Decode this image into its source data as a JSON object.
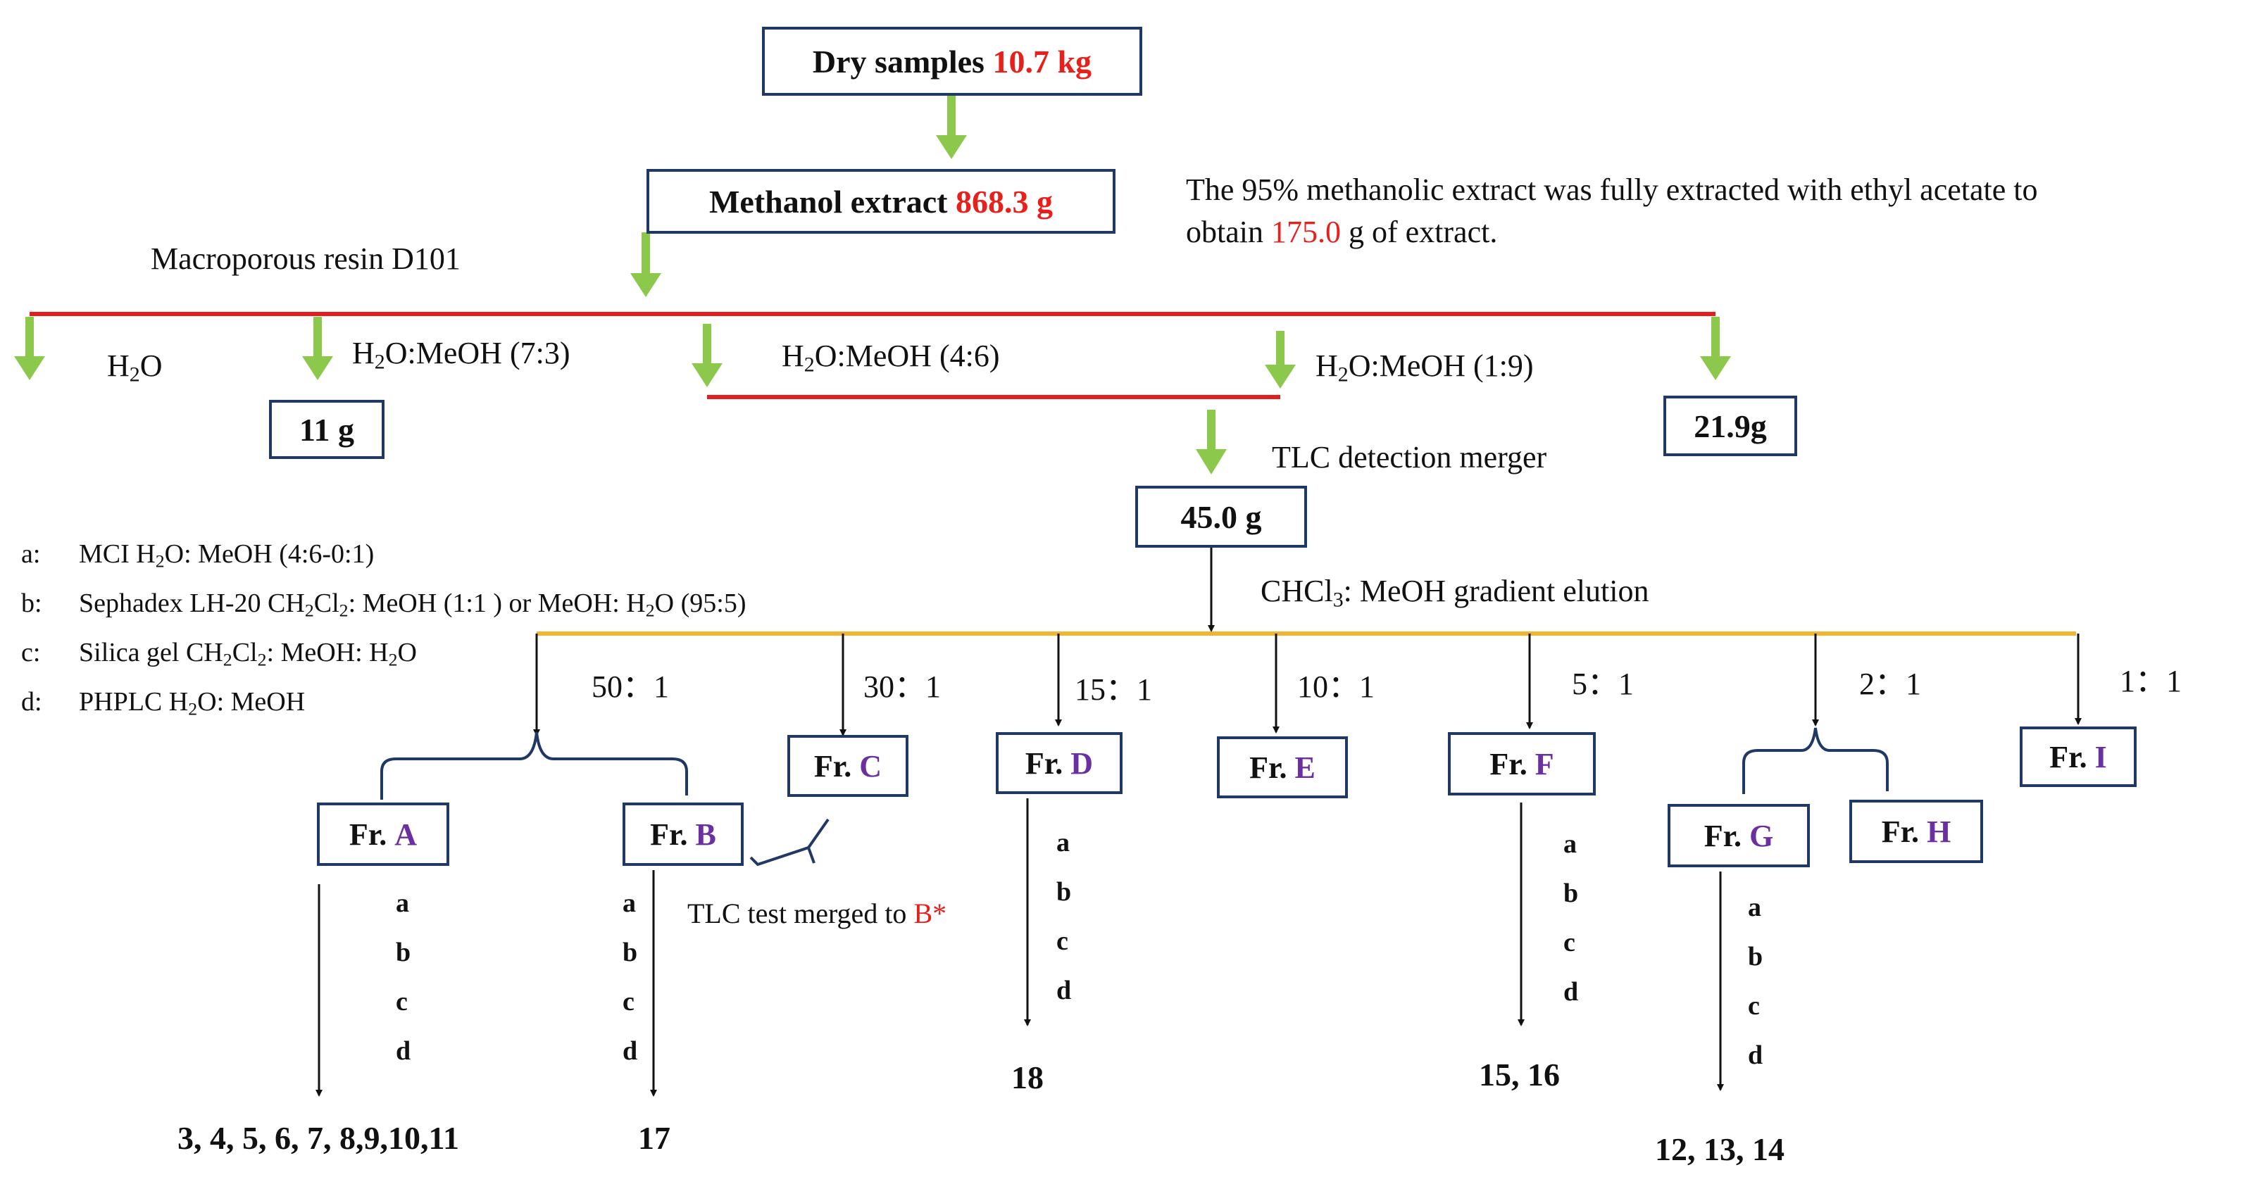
{
  "colors": {
    "box_border": "#1f3864",
    "highlight": "#e8201c",
    "fraction_letter": "#6a2fa0",
    "green_arrow": "#8cc84b",
    "resin_line": "#e41e1e",
    "elution_line": "#f2b531"
  },
  "dry": {
    "label": "Dry samples",
    "value": "10.7 kg"
  },
  "methanol": {
    "label": "Methanol extract",
    "value": "868.3 g"
  },
  "note": {
    "line1": "The 95% methanolic extract was fully extracted with ethyl acetate to",
    "pre": "obtain",
    "value": "175.0",
    "post": "g of extract."
  },
  "resin": "Macroporous resin D101",
  "resin_eluents": {
    "water": {
      "h": "H",
      "sub": "2",
      "rest": "O"
    },
    "e73": {
      "h": "H",
      "sub": "2",
      "rest": "O:MeOH (7:3)"
    },
    "e46": {
      "h": "H",
      "sub": "2",
      "rest": "O:MeOH (4:6)"
    },
    "e19": {
      "h": "H",
      "sub": "2",
      "rest": "O:MeOH (1:9)"
    }
  },
  "yields": {
    "y11": "11 g",
    "y219": "21.9g",
    "y45": "45.0 g"
  },
  "tlc_merge": "TLC detection merger",
  "gradient": {
    "pre": "CHCl",
    "sub": "3",
    "post": ": MeOH gradient elution"
  },
  "methods": {
    "a": {
      "key": "a:",
      "p1": "MCI   H",
      "s1": "2",
      "p2": "O: MeOH (4:6-0:1)"
    },
    "b": {
      "key": "b:",
      "p1": "Sephadex LH-20  CH",
      "s1": "2",
      "p2": "Cl",
      "s2": "2",
      "p3": ": MeOH (1:1 ) or MeOH: H",
      "s3": "2",
      "p4": "O (95:5)"
    },
    "c": {
      "key": "c:",
      "p1": "Silica gel   CH",
      "s1": "2",
      "p2": "Cl",
      "s2": "2",
      "p3": ": MeOH: H",
      "s3": "2",
      "p4": "O"
    },
    "d": {
      "key": "d:",
      "p1": "PHPLC   H",
      "s1": "2",
      "p2": "O: MeOH"
    }
  },
  "ratios": [
    "50：1",
    "30：1",
    "15：1",
    "10：1",
    "5：1",
    "2：1",
    "1：1"
  ],
  "fractions": {
    "prefix": "Fr.",
    "A": "A",
    "B": "B",
    "C": "C",
    "D": "D",
    "E": "E",
    "F": "F",
    "G": "G",
    "H": "H",
    "I": "I"
  },
  "tlc_test": {
    "text": "TLC test merged to",
    "target": "B*"
  },
  "steps": [
    "a",
    "b",
    "c",
    "d"
  ],
  "compounds": {
    "A": "3, 4, 5, 6, 7, 8,9,10,11",
    "B": "17",
    "D": "18",
    "F": "15, 16",
    "G": "12, 13, 14"
  }
}
